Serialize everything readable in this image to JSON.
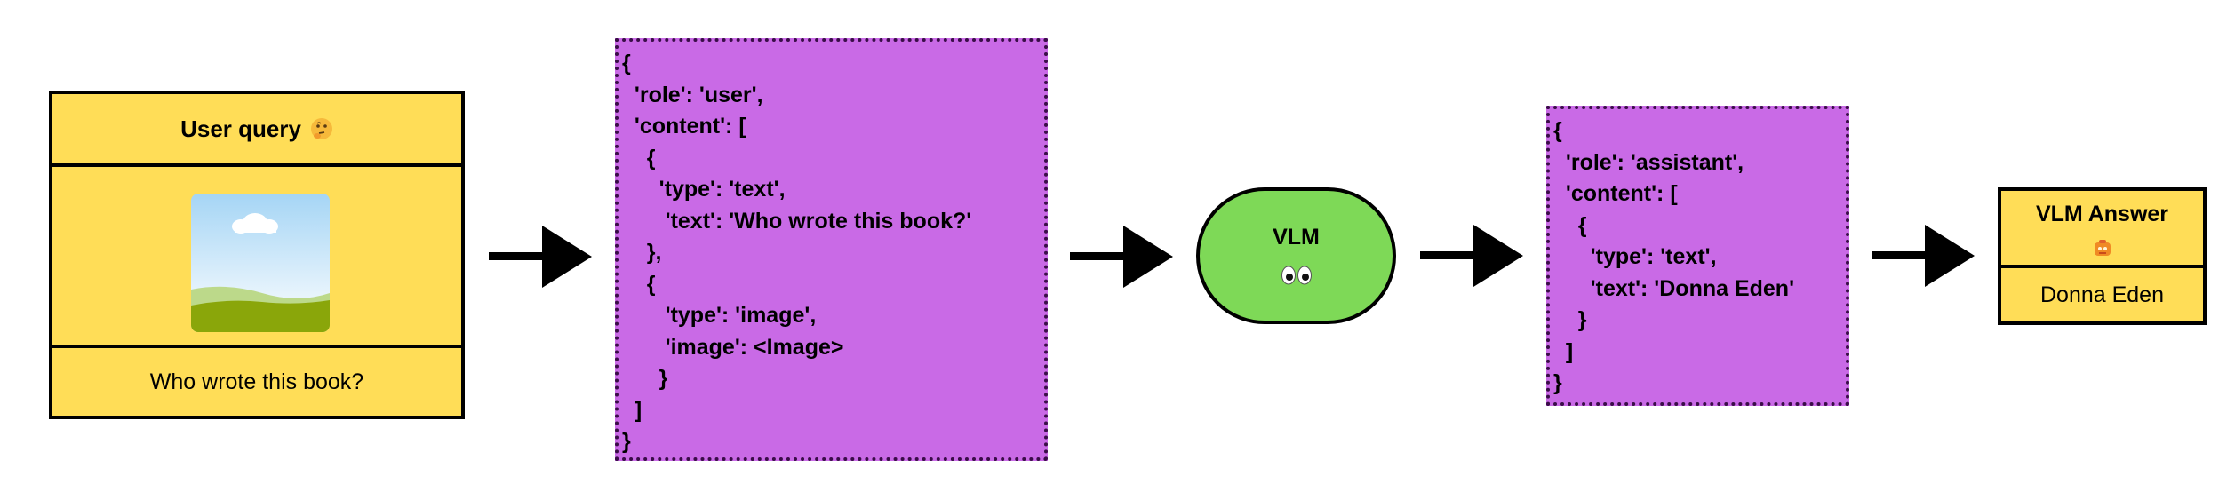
{
  "user_query": {
    "title": "User query",
    "title_icon": "thinking-face-icon",
    "image_icon": "image-placeholder-icon",
    "question": "Who wrote this book?"
  },
  "request_json": {
    "lines": [
      "{",
      "  'role': 'user',",
      "  'content': [",
      "    {",
      "      'type': 'text',",
      "       'text': 'Who wrote this book?'",
      "    },",
      "    {",
      "       'type': 'image',",
      "       'image': <Image>",
      "      }",
      "  ]",
      "}"
    ]
  },
  "model": {
    "label": "VLM",
    "icon": "eyes-icon"
  },
  "response_json": {
    "lines": [
      "{",
      "  'role': 'assistant',",
      "  'content': [",
      "    {",
      "      'type': 'text',",
      "      'text': 'Donna Eden'",
      "    }",
      "  ]",
      "}"
    ]
  },
  "answer": {
    "title": "VLM Answer",
    "title_icon": "robot-icon",
    "value": "Donna Eden"
  },
  "colors": {
    "card_yellow": "#ffdd57",
    "json_purple": "#c96ae6",
    "model_green": "#7ed957"
  }
}
